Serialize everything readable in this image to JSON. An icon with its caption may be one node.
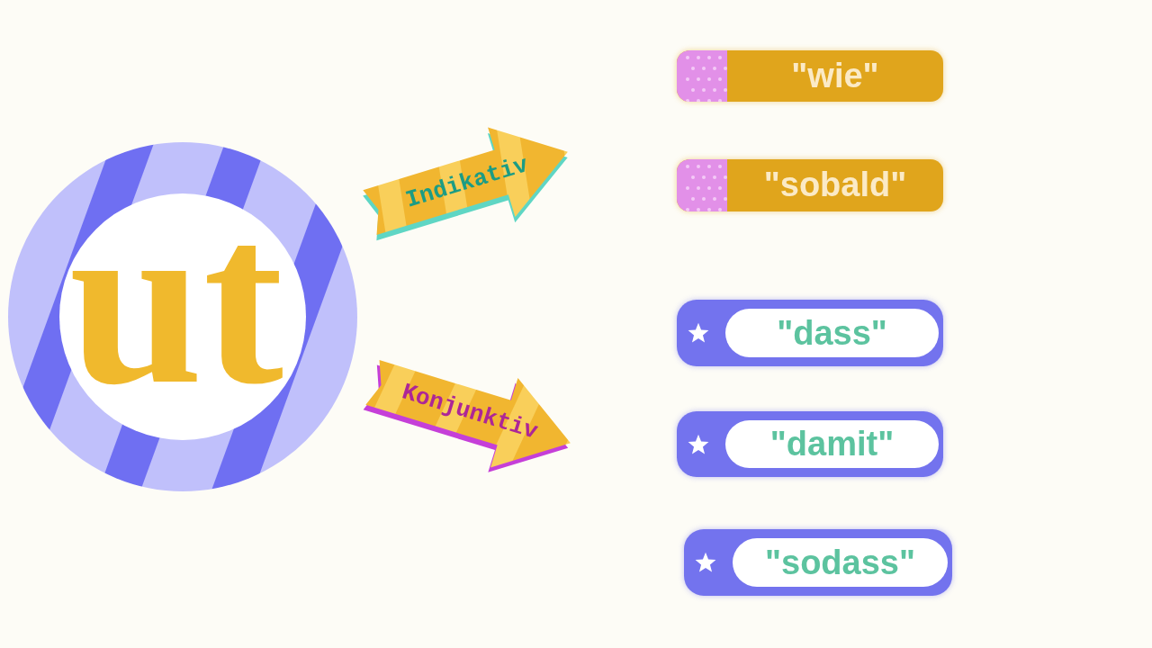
{
  "diagram": {
    "nodes": [
      {
        "text": [
          "ut"
        ]
      },
      {
        "text": [
          "Indikativ"
        ]
      },
      {
        "text": [
          "Konjunktiv"
        ]
      },
      {
        "text": [
          "\"wie\""
        ]
      },
      {
        "text": [
          "\"sobald\""
        ]
      },
      {
        "text": [
          "\"dass\""
        ]
      },
      {
        "text": [
          "\"damit\""
        ]
      },
      {
        "text": [
          "\"sodass\""
        ]
      }
    ]
  }
}
